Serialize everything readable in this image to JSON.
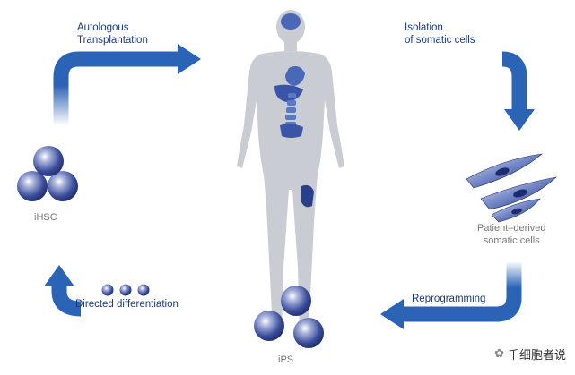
{
  "labels": {
    "autologous_transplantation": "Autologous\nTransplantation",
    "isolation_somatic_cells": "Isolation\nof somatic cells",
    "patient_derived_cells": "Patient–derived\nsomatic cells",
    "reprogramming": "Reprogramming",
    "ips": "iPS",
    "directed_differentiation": "Directed differentiation",
    "ihsc": "iHSC"
  },
  "watermark": "千细胞者说",
  "colors": {
    "arrow": "#2b63b6",
    "body": "#c9cdd3",
    "organ": "#4a68b8",
    "cell_dark": "#2d3f8f",
    "label_text": "#1a3a7a"
  }
}
